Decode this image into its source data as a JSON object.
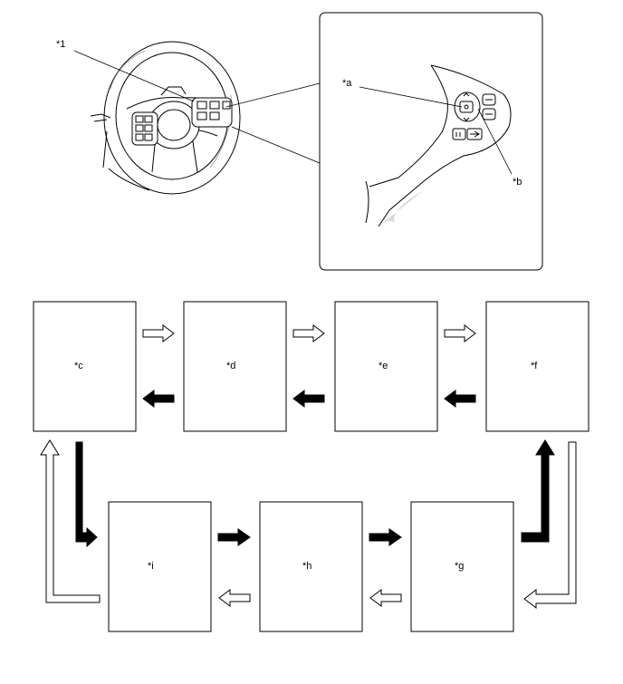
{
  "callouts": {
    "steering_wheel": "*1",
    "switch_a": "*a",
    "switch_b": "*b"
  },
  "screens": {
    "c": "*c",
    "d": "*d",
    "e": "*e",
    "f": "*f",
    "g": "*g",
    "h": "*h",
    "i": "*i"
  },
  "colors": {
    "outline": "#000000",
    "shade": "#d9d9d9",
    "arrow_filled": "#000000",
    "arrow_hollow": "#ffffff"
  }
}
